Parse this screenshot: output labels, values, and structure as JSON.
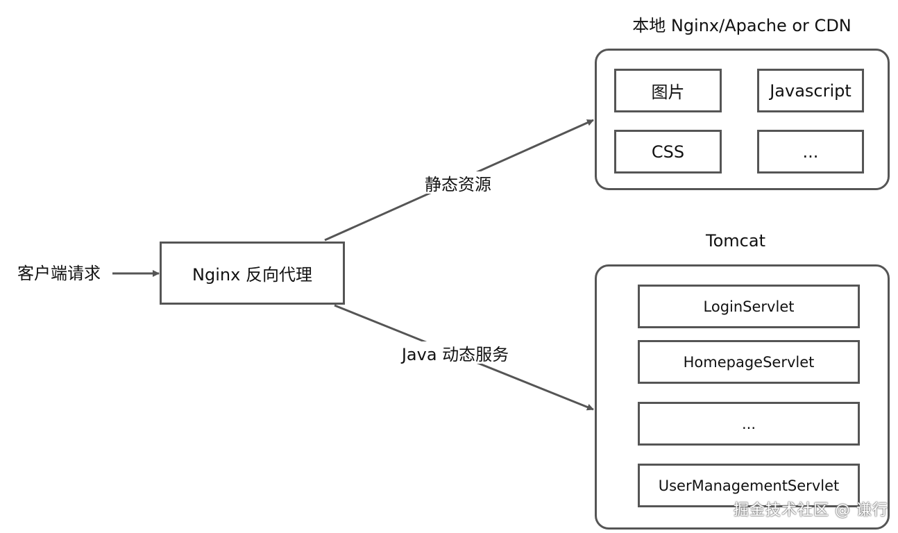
{
  "client": {
    "label": "客户端请求"
  },
  "proxy": {
    "label": "Nginx 反向代理"
  },
  "edges": {
    "static": "静态资源",
    "dynamic": "Java 动态服务"
  },
  "static_group": {
    "title": "本地 Nginx/Apache or CDN",
    "items": [
      "图片",
      "Javascript",
      "CSS",
      "..."
    ]
  },
  "tomcat_group": {
    "title": "Tomcat",
    "items": [
      "LoginServlet",
      "HomepageServlet",
      "...",
      "UserManagementServlet"
    ]
  },
  "watermark": "掘金技术社区 @ 谦行",
  "colors": {
    "stroke": "#555555",
    "text": "#111111",
    "background": "#ffffff"
  }
}
